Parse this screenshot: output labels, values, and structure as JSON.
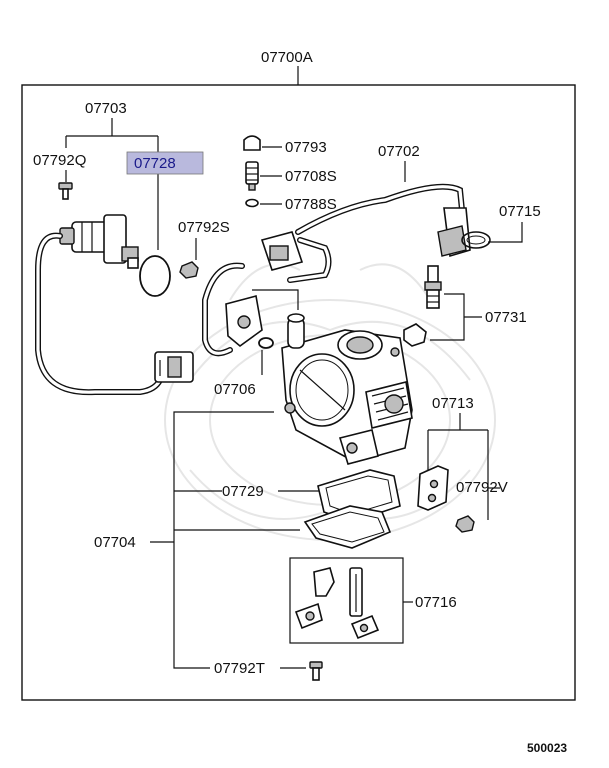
{
  "diagram": {
    "assembly_label": "07700A",
    "labels": {
      "p07703": "07703",
      "p07792Q": "07792Q",
      "p07728": "07728",
      "p07793": "07793",
      "p07708S": "07708S",
      "p07788S": "07788S",
      "p07702": "07702",
      "p07715": "07715",
      "p07792S": "07792S",
      "p07731": "07731",
      "p07706": "07706",
      "p07713": "07713",
      "p07729": "07729",
      "p07792V": "07792V",
      "p07704": "07704",
      "p07716": "07716",
      "p07792T": "07792T"
    },
    "highlighted_part": "07728",
    "highlight_color": "#b9b9dd",
    "diagram_code": "500023"
  }
}
